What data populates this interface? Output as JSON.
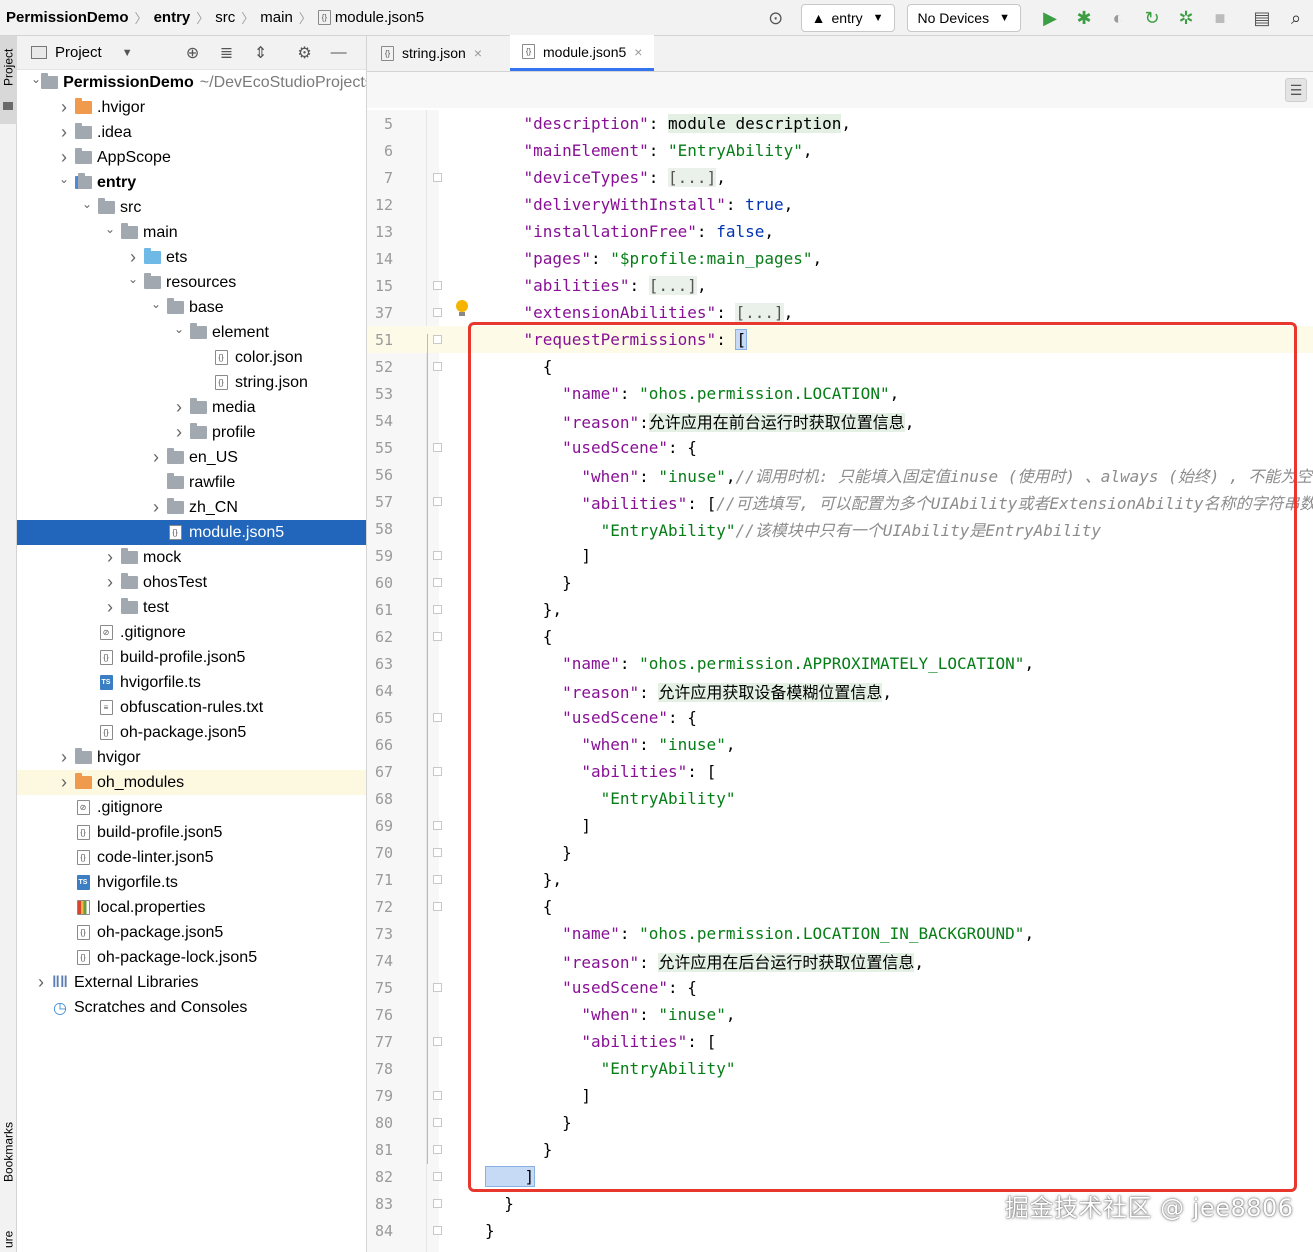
{
  "breadcrumb": [
    "PermissionDemo",
    "entry",
    "src",
    "main",
    "module.json5"
  ],
  "toolbar": {
    "module_selector": "entry",
    "device_selector": "No Devices",
    "icons": [
      "target-icon",
      "run-icon",
      "debug-icon",
      "profiler-icon",
      "sync-icon",
      "bug-attach-icon",
      "stop-icon",
      "project-structure-icon",
      "search-icon"
    ]
  },
  "left_strip": {
    "top_label": "Project",
    "bottom_label_1": "Bookmarks",
    "bottom_label_2": "ure"
  },
  "project_panel": {
    "title": "Project",
    "tree": [
      {
        "label": "PermissionDemo",
        "path": "~/DevEcoStudioProjects",
        "depth": 0,
        "icon": "folder",
        "expanded": true,
        "bold": true
      },
      {
        "label": ".hvigor",
        "depth": 1,
        "icon": "folder-orange",
        "collapsed": true
      },
      {
        "label": ".idea",
        "depth": 1,
        "icon": "folder",
        "collapsed": true
      },
      {
        "label": "AppScope",
        "depth": 1,
        "icon": "folder",
        "collapsed": true
      },
      {
        "label": "entry",
        "depth": 1,
        "icon": "folder-module",
        "expanded": true,
        "bold": true
      },
      {
        "label": "src",
        "depth": 2,
        "icon": "folder",
        "expanded": true
      },
      {
        "label": "main",
        "depth": 3,
        "icon": "folder",
        "expanded": true
      },
      {
        "label": "ets",
        "depth": 4,
        "icon": "folder-blue",
        "collapsed": true
      },
      {
        "label": "resources",
        "depth": 4,
        "icon": "folder",
        "expanded": true
      },
      {
        "label": "base",
        "depth": 5,
        "icon": "folder",
        "expanded": true
      },
      {
        "label": "element",
        "depth": 6,
        "icon": "folder",
        "expanded": true
      },
      {
        "label": "color.json",
        "depth": 7,
        "icon": "json"
      },
      {
        "label": "string.json",
        "depth": 7,
        "icon": "json"
      },
      {
        "label": "media",
        "depth": 6,
        "icon": "folder",
        "collapsed": true
      },
      {
        "label": "profile",
        "depth": 6,
        "icon": "folder",
        "collapsed": true
      },
      {
        "label": "en_US",
        "depth": 5,
        "icon": "folder",
        "collapsed": true
      },
      {
        "label": "rawfile",
        "depth": 5,
        "icon": "folder"
      },
      {
        "label": "zh_CN",
        "depth": 5,
        "icon": "folder",
        "collapsed": true
      },
      {
        "label": "module.json5",
        "depth": 5,
        "icon": "json",
        "selected": true
      },
      {
        "label": "mock",
        "depth": 3,
        "icon": "folder",
        "collapsed": true
      },
      {
        "label": "ohosTest",
        "depth": 3,
        "icon": "folder",
        "collapsed": true
      },
      {
        "label": "test",
        "depth": 3,
        "icon": "folder",
        "collapsed": true
      },
      {
        "label": ".gitignore",
        "depth": 2,
        "icon": "gitignore"
      },
      {
        "label": "build-profile.json5",
        "depth": 2,
        "icon": "json"
      },
      {
        "label": "hvigorfile.ts",
        "depth": 2,
        "icon": "ts"
      },
      {
        "label": "obfuscation-rules.txt",
        "depth": 2,
        "icon": "txt"
      },
      {
        "label": "oh-package.json5",
        "depth": 2,
        "icon": "json"
      },
      {
        "label": "hvigor",
        "depth": 1,
        "icon": "folder",
        "collapsed": true
      },
      {
        "label": "oh_modules",
        "depth": 1,
        "icon": "folder-orange",
        "collapsed": true,
        "highlighted": true
      },
      {
        "label": ".gitignore",
        "depth": 1,
        "icon": "gitignore"
      },
      {
        "label": "build-profile.json5",
        "depth": 1,
        "icon": "json"
      },
      {
        "label": "code-linter.json5",
        "depth": 1,
        "icon": "json"
      },
      {
        "label": "hvigorfile.ts",
        "depth": 1,
        "icon": "ts"
      },
      {
        "label": "local.properties",
        "depth": 1,
        "icon": "properties"
      },
      {
        "label": "oh-package.json5",
        "depth": 1,
        "icon": "json"
      },
      {
        "label": "oh-package-lock.json5",
        "depth": 1,
        "icon": "json"
      },
      {
        "label": "External Libraries",
        "depth": 0,
        "icon": "libraries",
        "collapsed": true
      },
      {
        "label": "Scratches and Consoles",
        "depth": 0,
        "icon": "scratches"
      }
    ]
  },
  "tabs": [
    {
      "label": "string.json",
      "active": false
    },
    {
      "label": "module.json5",
      "active": true
    }
  ],
  "editor": {
    "lines": [
      {
        "n": "5",
        "code": [
          [
            "k",
            "    \"description\""
          ],
          [
            "p",
            ": "
          ],
          [
            "g",
            "module description"
          ],
          [
            "p",
            ","
          ]
        ]
      },
      {
        "n": "6",
        "code": [
          [
            "k",
            "    \"mainElement\""
          ],
          [
            "p",
            ": "
          ],
          [
            "s",
            "\"EntryAbility\""
          ],
          [
            "p",
            ","
          ]
        ]
      },
      {
        "n": "7",
        "code": [
          [
            "k",
            "    \"deviceTypes\""
          ],
          [
            "p",
            ": "
          ],
          [
            "f",
            "[...]"
          ],
          [
            "p",
            ","
          ]
        ],
        "fold": true
      },
      {
        "n": "12",
        "code": [
          [
            "k",
            "    \"deliveryWithInstall\""
          ],
          [
            "p",
            ": "
          ],
          [
            "kw",
            "true"
          ],
          [
            "p",
            ","
          ]
        ]
      },
      {
        "n": "13",
        "code": [
          [
            "k",
            "    \"installationFree\""
          ],
          [
            "p",
            ": "
          ],
          [
            "kw",
            "false"
          ],
          [
            "p",
            ","
          ]
        ]
      },
      {
        "n": "14",
        "code": [
          [
            "k",
            "    \"pages\""
          ],
          [
            "p",
            ": "
          ],
          [
            "s",
            "\"$profile:main_pages\""
          ],
          [
            "p",
            ","
          ]
        ]
      },
      {
        "n": "15",
        "code": [
          [
            "k",
            "    \"abilities\""
          ],
          [
            "p",
            ": "
          ],
          [
            "f",
            "[...]"
          ],
          [
            "p",
            ","
          ]
        ],
        "fold": true
      },
      {
        "n": "37",
        "code": [
          [
            "k",
            "    \"extensionAbilities\""
          ],
          [
            "p",
            ": "
          ],
          [
            "f",
            "[...]"
          ],
          [
            "p",
            ","
          ]
        ],
        "fold": true
      },
      {
        "n": "51",
        "code": [
          [
            "k",
            "    \"requestPermissions\""
          ],
          [
            "p",
            ": "
          ],
          [
            "b",
            "["
          ]
        ],
        "fold": true,
        "current": true
      },
      {
        "n": "52",
        "code": [
          [
            "p",
            "      {"
          ]
        ],
        "fold": true
      },
      {
        "n": "53",
        "code": [
          [
            "k",
            "        \"name\""
          ],
          [
            "p",
            ": "
          ],
          [
            "s",
            "\"ohos.permission.LOCATION\""
          ],
          [
            "p",
            ","
          ]
        ]
      },
      {
        "n": "54",
        "code": [
          [
            "k",
            "        \"reason\""
          ],
          [
            "p",
            ":"
          ],
          [
            "g",
            "允许应用在前台运行时获取位置信息"
          ],
          [
            "p",
            ","
          ]
        ]
      },
      {
        "n": "55",
        "code": [
          [
            "k",
            "        \"usedScene\""
          ],
          [
            "p",
            ": {"
          ]
        ],
        "fold": true
      },
      {
        "n": "56",
        "code": [
          [
            "k",
            "          \"when\""
          ],
          [
            "p",
            ": "
          ],
          [
            "s",
            "\"inuse\""
          ],
          [
            "p",
            ","
          ],
          [
            "c",
            "//调用时机: 只能填入固定值inuse (使用时) 、always (始终) , 不能为空"
          ]
        ]
      },
      {
        "n": "57",
        "code": [
          [
            "k",
            "          \"abilities\""
          ],
          [
            "p",
            ": ["
          ],
          [
            "c",
            "//可选填写, 可以配置为多个UIAbility或者ExtensionAbility名称的字符串数组"
          ]
        ],
        "fold": true
      },
      {
        "n": "58",
        "code": [
          [
            "s",
            "            \"EntryAbility\""
          ],
          [
            "c",
            "//该模块中只有一个UIAbility是EntryAbility"
          ]
        ]
      },
      {
        "n": "59",
        "code": [
          [
            "p",
            "          ]"
          ]
        ],
        "fold": true
      },
      {
        "n": "60",
        "code": [
          [
            "p",
            "        }"
          ]
        ],
        "fold": true
      },
      {
        "n": "61",
        "code": [
          [
            "p",
            "      },"
          ]
        ],
        "fold": true
      },
      {
        "n": "62",
        "code": [
          [
            "p",
            "      {"
          ]
        ],
        "fold": true
      },
      {
        "n": "63",
        "code": [
          [
            "k",
            "        \"name\""
          ],
          [
            "p",
            ": "
          ],
          [
            "s",
            "\"ohos.permission.APPROXIMATELY_LOCATION\""
          ],
          [
            "p",
            ","
          ]
        ]
      },
      {
        "n": "64",
        "code": [
          [
            "k",
            "        \"reason\""
          ],
          [
            "p",
            ": "
          ],
          [
            "g",
            "允许应用获取设备模糊位置信息"
          ],
          [
            "p",
            ","
          ]
        ]
      },
      {
        "n": "65",
        "code": [
          [
            "k",
            "        \"usedScene\""
          ],
          [
            "p",
            ": {"
          ]
        ],
        "fold": true
      },
      {
        "n": "66",
        "code": [
          [
            "k",
            "          \"when\""
          ],
          [
            "p",
            ": "
          ],
          [
            "s",
            "\"inuse\""
          ],
          [
            "p",
            ","
          ]
        ]
      },
      {
        "n": "67",
        "code": [
          [
            "k",
            "          \"abilities\""
          ],
          [
            "p",
            ": ["
          ]
        ],
        "fold": true
      },
      {
        "n": "68",
        "code": [
          [
            "s",
            "            \"EntryAbility\""
          ]
        ]
      },
      {
        "n": "69",
        "code": [
          [
            "p",
            "          ]"
          ]
        ],
        "fold": true
      },
      {
        "n": "70",
        "code": [
          [
            "p",
            "        }"
          ]
        ],
        "fold": true
      },
      {
        "n": "71",
        "code": [
          [
            "p",
            "      },"
          ]
        ],
        "fold": true
      },
      {
        "n": "72",
        "code": [
          [
            "p",
            "      {"
          ]
        ],
        "fold": true
      },
      {
        "n": "73",
        "code": [
          [
            "k",
            "        \"name\""
          ],
          [
            "p",
            ": "
          ],
          [
            "s",
            "\"ohos.permission.LOCATION_IN_BACKGROUND\""
          ],
          [
            "p",
            ","
          ]
        ]
      },
      {
        "n": "74",
        "code": [
          [
            "k",
            "        \"reason\""
          ],
          [
            "p",
            ": "
          ],
          [
            "g",
            "允许应用在后台运行时获取位置信息"
          ],
          [
            "p",
            ","
          ]
        ]
      },
      {
        "n": "75",
        "code": [
          [
            "k",
            "        \"usedScene\""
          ],
          [
            "p",
            ": {"
          ]
        ],
        "fold": true
      },
      {
        "n": "76",
        "code": [
          [
            "k",
            "          \"when\""
          ],
          [
            "p",
            ": "
          ],
          [
            "s",
            "\"inuse\""
          ],
          [
            "p",
            ","
          ]
        ]
      },
      {
        "n": "77",
        "code": [
          [
            "k",
            "          \"abilities\""
          ],
          [
            "p",
            ": ["
          ]
        ],
        "fold": true
      },
      {
        "n": "78",
        "code": [
          [
            "s",
            "            \"EntryAbility\""
          ]
        ]
      },
      {
        "n": "79",
        "code": [
          [
            "p",
            "          ]"
          ]
        ],
        "fold": true
      },
      {
        "n": "80",
        "code": [
          [
            "p",
            "        }"
          ]
        ],
        "fold": true
      },
      {
        "n": "81",
        "code": [
          [
            "p",
            "      }"
          ]
        ],
        "fold": true
      },
      {
        "n": "82",
        "code": [
          [
            "b",
            "    ]"
          ]
        ],
        "fold": true
      },
      {
        "n": "83",
        "code": [
          [
            "p",
            "  }"
          ]
        ],
        "fold": true
      },
      {
        "n": "84",
        "code": [
          [
            "p",
            "}"
          ]
        ],
        "fold": true
      }
    ]
  },
  "watermark": "掘金技术社区 @ jee8806",
  "colors": {
    "selection": "#2266bb",
    "annotation_box": "#e8382e",
    "json_key": "#871094",
    "json_string": "#067d17",
    "json_keyword": "#0033b3",
    "comment": "#8c8c8c"
  }
}
